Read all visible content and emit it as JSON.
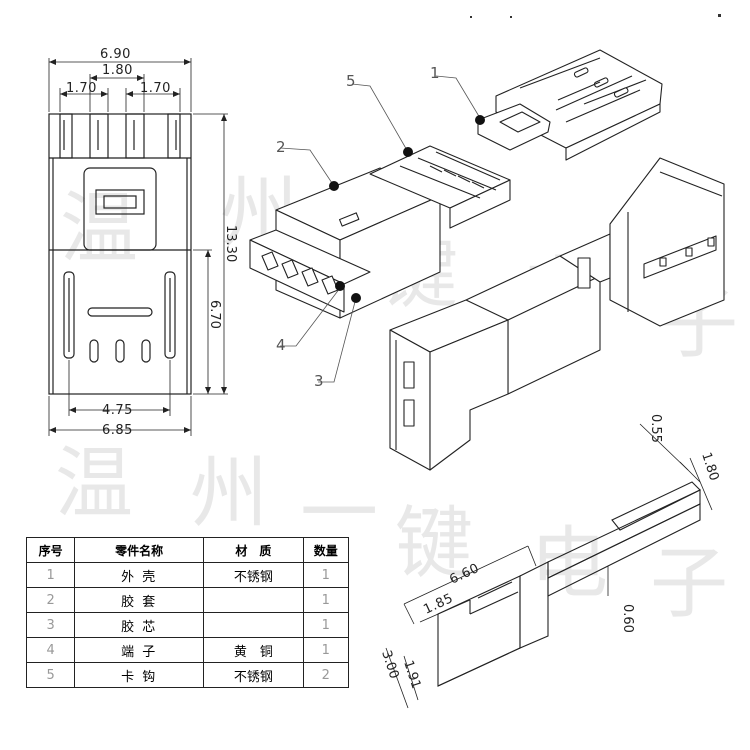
{
  "top_view": {
    "overall_width": "6.90",
    "center_width": "1.80",
    "left_width": "1.70",
    "right_width": "1.70",
    "overall_length": "13.30",
    "front_length": "6.70",
    "inner_width": "4.75",
    "bottom_width": "6.85"
  },
  "section_view": {
    "length": "6.60",
    "step_length": "1.85",
    "height_a": "3.00",
    "height_b": "1.91",
    "thickness": "0.60",
    "gap": "0.55",
    "side": "1.80"
  },
  "callouts": [
    "1",
    "2",
    "3",
    "4",
    "5"
  ],
  "watermark": [
    "温",
    "州",
    "一",
    "键",
    "电",
    "子"
  ],
  "bom": {
    "headers": [
      "序号",
      "零件名称",
      "材　质",
      "数量"
    ],
    "rows": [
      {
        "no": "1",
        "name": "外 壳",
        "material": "不锈钢",
        "qty": "1"
      },
      {
        "no": "2",
        "name": "胶 套",
        "material": "",
        "qty": "1"
      },
      {
        "no": "3",
        "name": "胶 芯",
        "material": "",
        "qty": "1"
      },
      {
        "no": "4",
        "name": "端 子",
        "material": "黄　铜",
        "qty": "1"
      },
      {
        "no": "5",
        "name": "卡 钩",
        "material": "不锈钢",
        "qty": "2"
      }
    ]
  }
}
